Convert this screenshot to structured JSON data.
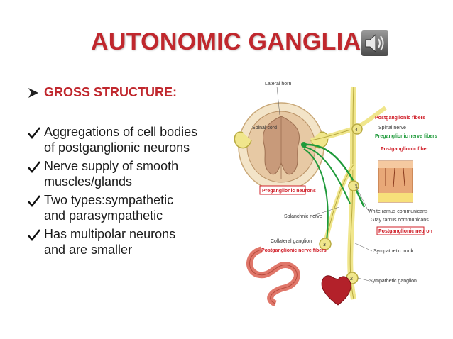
{
  "slide": {
    "title": "AUTONOMIC GANGLIA",
    "heading": "GROSS STRUCTURE:",
    "bullets": [
      {
        "line1": "Aggregations of cell bodies",
        "line2": "of postganglionic neurons"
      },
      {
        "line1": "Nerve supply of smooth",
        "line2": "muscles/glands"
      },
      {
        "line1": "Two types:sympathetic",
        "line2": "and parasympathetic"
      },
      {
        "line1": "Has multipolar neurons",
        "line2": "and are smaller"
      }
    ]
  },
  "diagram": {
    "lateral_horn": "Lateral horn",
    "spinal_cord": "Spinal cord",
    "postganglionic_fibers": "Postganglionic fibers",
    "spinal_nerve": "Spinal nerve",
    "preganglionic_nerve_fibers": "Preganglionic nerve fibers",
    "postganglionic_fiber": "Postganglionic fiber",
    "preganglionic_neurons": "Preganglionic neurons",
    "splanchnic_nerve": "Splanchnic nerve",
    "white_ramus": "White ramus communicans",
    "gray_ramus": "Gray ramus communicans",
    "postganglionic_neuron": "Postganglionic neuron",
    "collateral_ganglion": "Collateral ganglion",
    "postganglionic_nerve_fibers": "Postganglionic nerve fibers",
    "sympathetic_trunk": "Sympathetic trunk",
    "sympathetic_ganglion": "Sympathetic ganglion",
    "num1": "1",
    "num2": "2",
    "num3": "3",
    "num4": "4"
  },
  "colors": {
    "title_red": "#c0272d",
    "preganglionic_green": "#1e9a3a",
    "nerve_yellow": "#f0e68c"
  }
}
